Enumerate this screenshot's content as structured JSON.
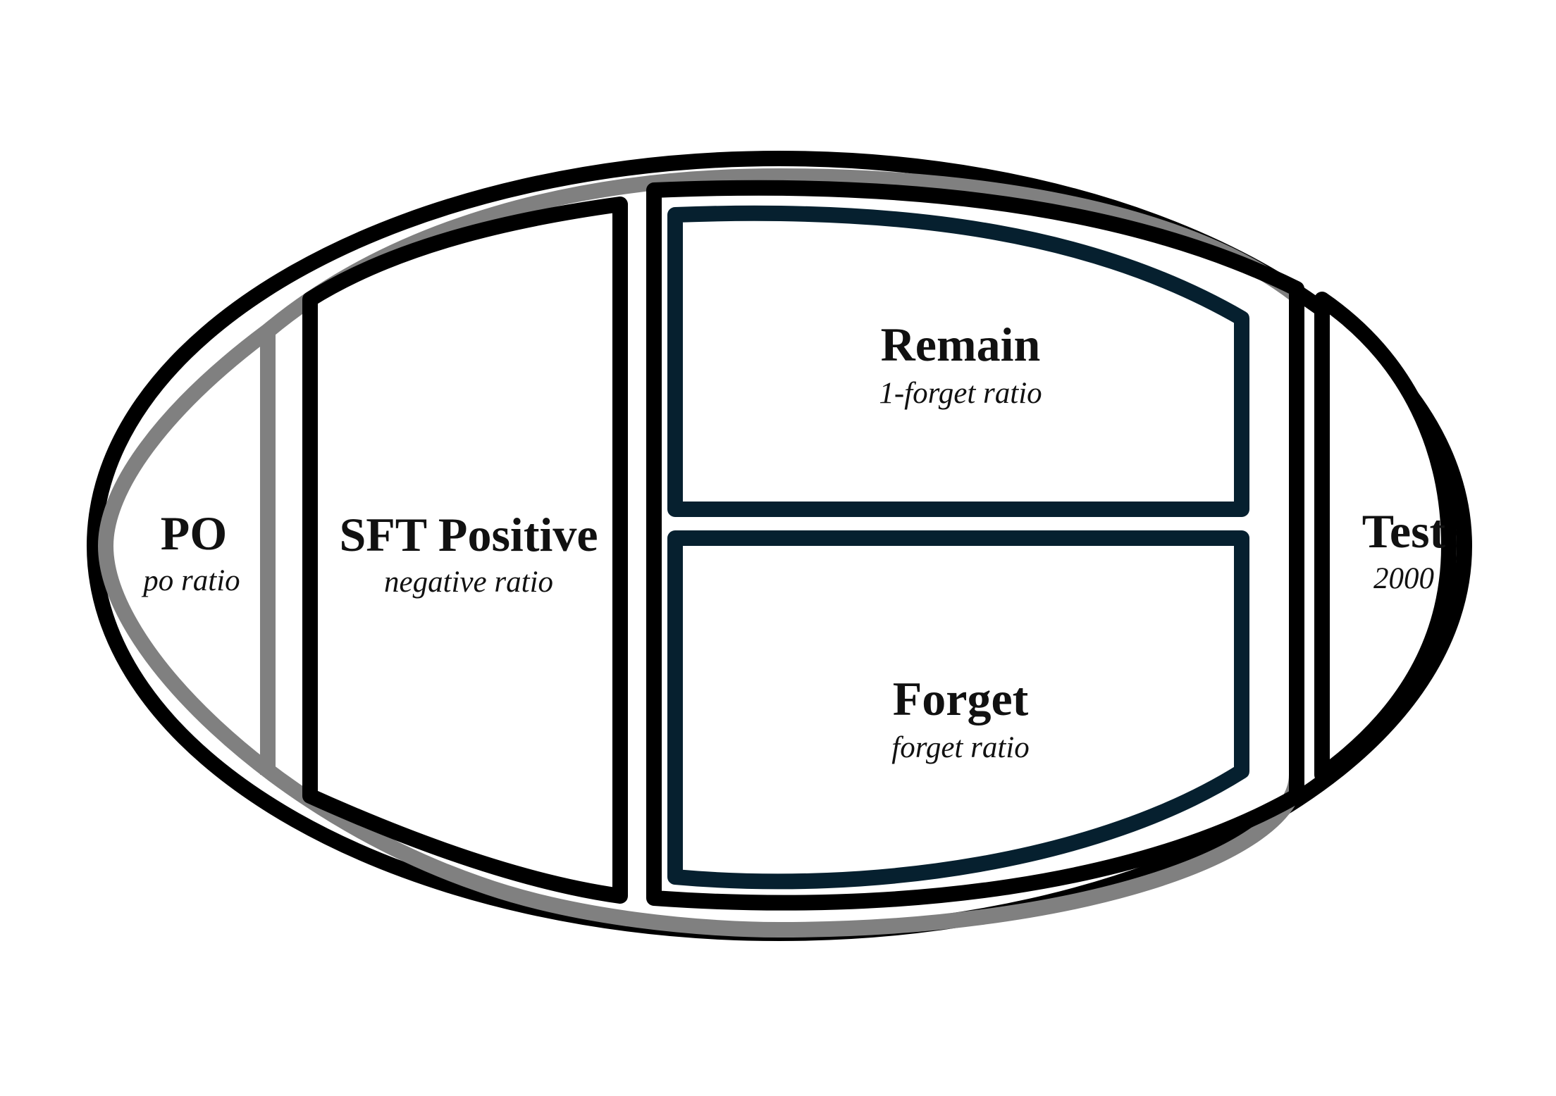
{
  "diagram": {
    "regions": [
      {
        "id": "po",
        "title": "PO",
        "subtitle": "po ratio"
      },
      {
        "id": "sft",
        "title": "SFT Positive",
        "subtitle": "negative ratio"
      },
      {
        "id": "remain",
        "title": "Remain",
        "subtitle": "1-forget ratio"
      },
      {
        "id": "forget",
        "title": "Forget",
        "subtitle": "forget ratio"
      },
      {
        "id": "test",
        "title": "Test",
        "subtitle": "2000"
      }
    ],
    "colors": {
      "outer_border": "#000000",
      "po_band": "#808080",
      "sft_border": "#000000",
      "split_border": "#06202f",
      "background": "#ffffff"
    }
  }
}
